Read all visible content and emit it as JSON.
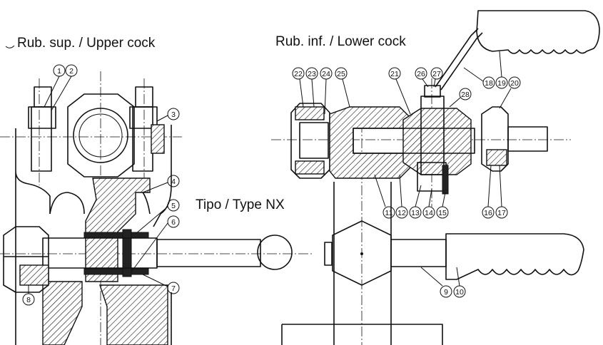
{
  "labels": {
    "upper_cock": "Rub. sup. / Upper cock",
    "lower_cock": "Rub. inf. / Lower cock",
    "type": "Tipo / Type NX"
  },
  "callouts": [
    "1",
    "2",
    "3",
    "4",
    "5",
    "6",
    "7",
    "8",
    "9",
    "10",
    "11",
    "12",
    "13",
    "14",
    "15",
    "16",
    "17",
    "18",
    "19",
    "20",
    "21",
    "22",
    "23",
    "24",
    "25",
    "26",
    "27",
    "28"
  ]
}
